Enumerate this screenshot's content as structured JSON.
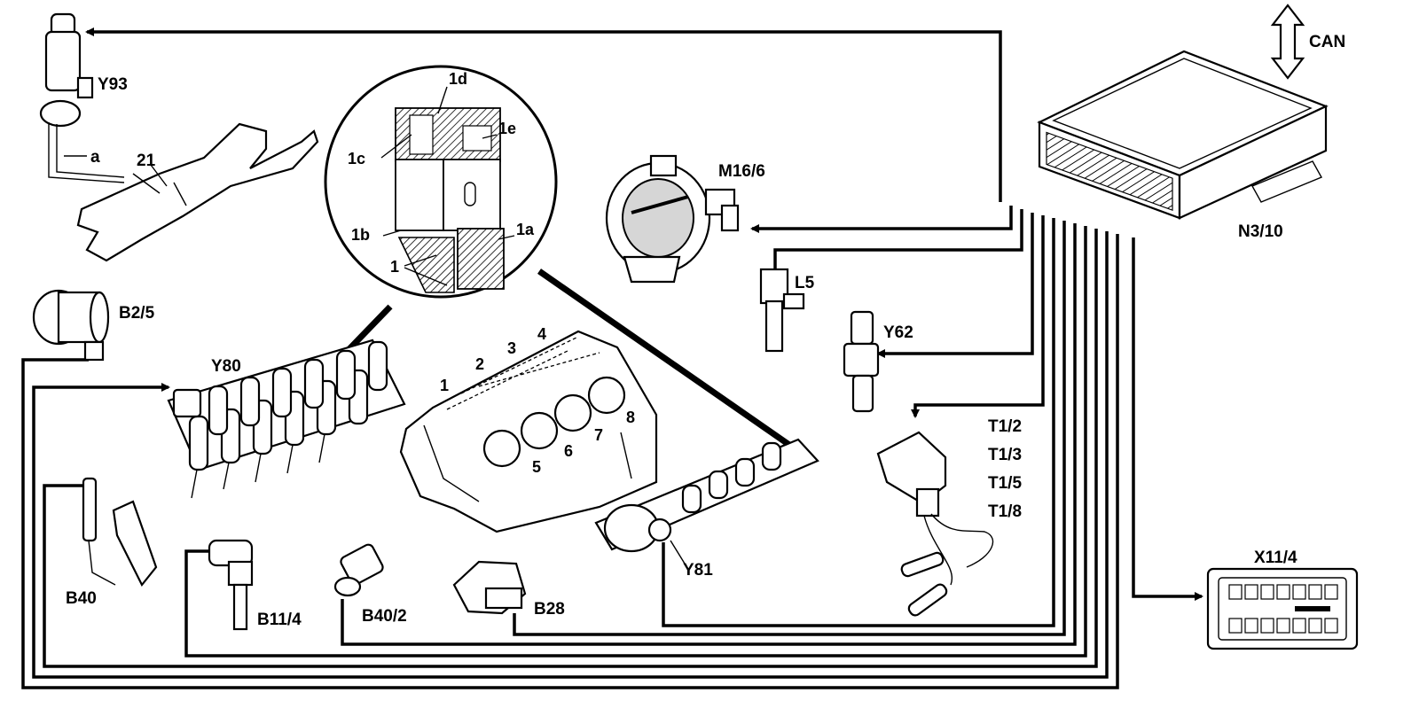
{
  "labels": {
    "can": "CAN",
    "n3_10": "N3/10",
    "y93": "Y93",
    "a": "a",
    "n21": "21",
    "b2_5": "B2/5",
    "y80": "Y80",
    "b40": "B40",
    "b11_4": "B11/4",
    "b40_2": "B40/2",
    "b28": "B28",
    "y81": "Y81",
    "m16_6": "M16/6",
    "l5": "L5",
    "y62": "Y62",
    "t1_2": "T1/2",
    "t1_3": "T1/3",
    "t1_5": "T1/5",
    "t1_8": "T1/8",
    "x11_4": "X11/4",
    "d1a": "1a",
    "d1b": "1b",
    "d1c": "1c",
    "d1d": "1d",
    "d1e": "1e",
    "d1": "1",
    "c1": "1",
    "c2": "2",
    "c3": "3",
    "c4": "4",
    "c5": "5",
    "c6": "6",
    "c7": "7",
    "c8": "8"
  }
}
